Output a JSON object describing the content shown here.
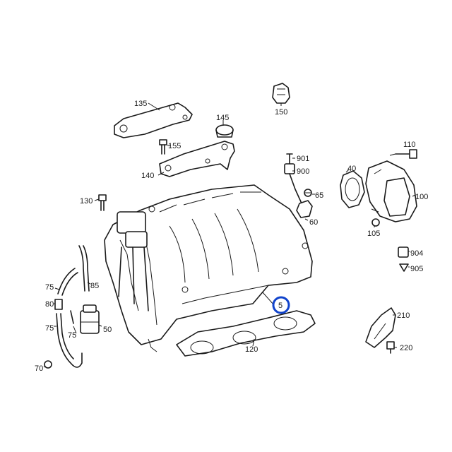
{
  "callouts": {
    "c135": "135",
    "c145": "145",
    "c150": "150",
    "c155": "155",
    "c140": "140",
    "c901": "901",
    "c900": "900",
    "c110": "110",
    "c40": "40",
    "c65": "65",
    "c130": "130",
    "c100": "100",
    "c60": "60",
    "c105": "105",
    "c85": "85",
    "c904": "904",
    "c905": "905",
    "c75a": "75",
    "c80": "80",
    "c5": "5",
    "c210": "210",
    "c75b": "75",
    "c50": "50",
    "c75c": "75",
    "c120": "120",
    "c220": "220",
    "c70": "70"
  },
  "highlight": {
    "callout": "5",
    "color": "#1144cc"
  }
}
